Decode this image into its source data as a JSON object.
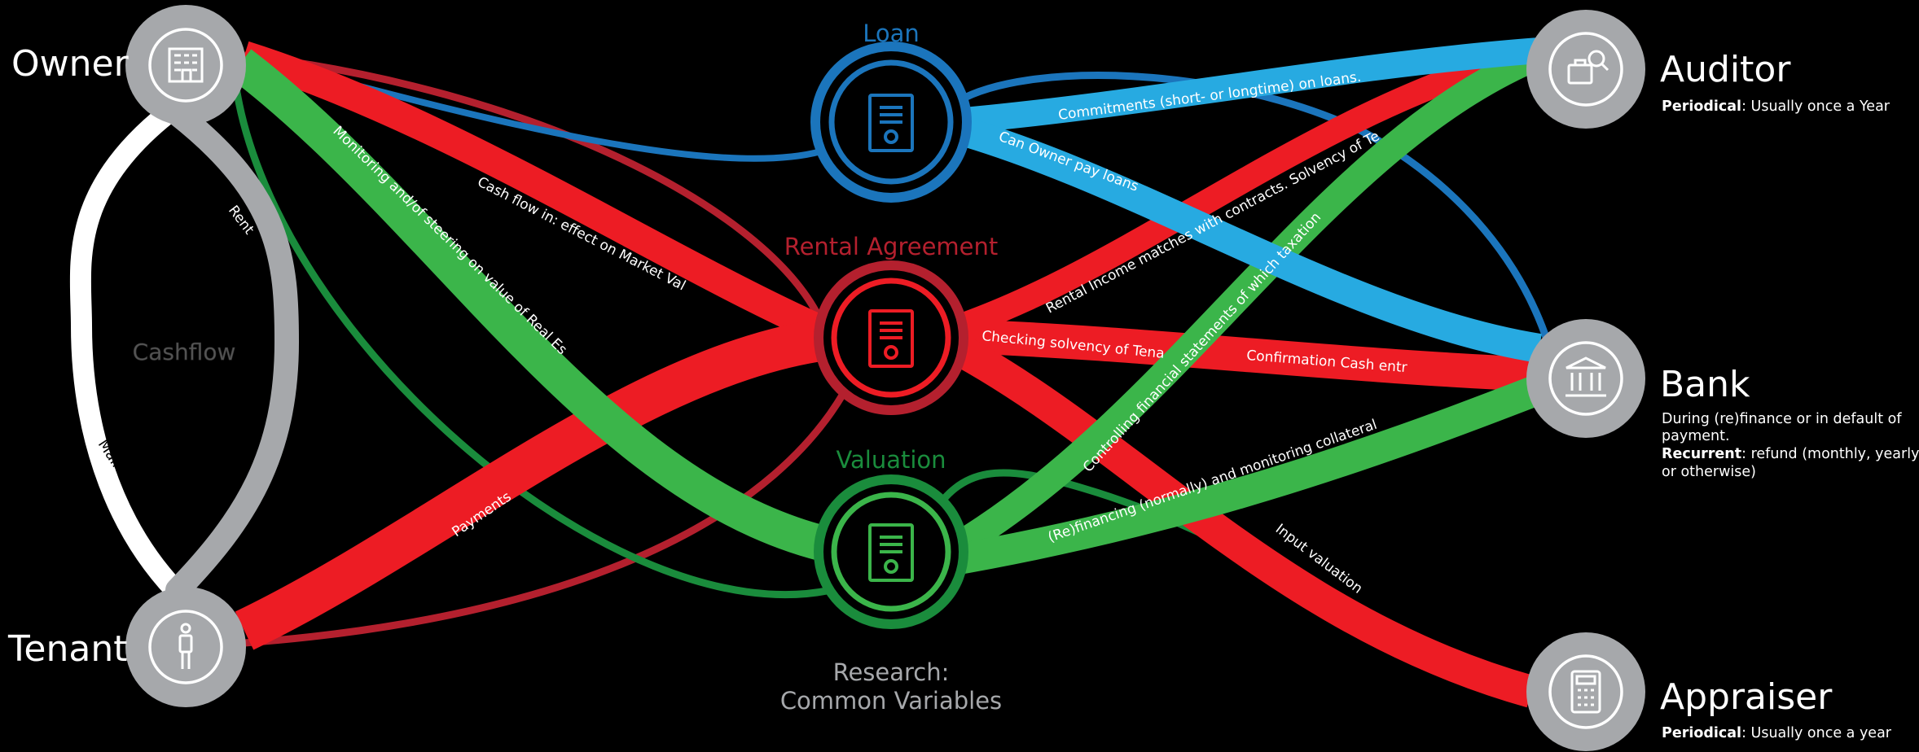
{
  "colors": {
    "red": "#ed1c24",
    "dark_red": "#b4202e",
    "green": "#3bb54a",
    "dark_green": "#1a8c3c",
    "blue": "#1b75bc",
    "light_blue": "#27aae1",
    "gray": "#a6a8ab",
    "white": "#ffffff"
  },
  "nodes": {
    "owner": {
      "label": "Owner",
      "icon": "building-icon"
    },
    "tenant": {
      "label": "Tenant",
      "icon": "person-icon"
    },
    "auditor": {
      "label": "Auditor",
      "icon": "briefcase-search-icon",
      "note_bold": "Periodical",
      "note_text": ": Usually once a Year"
    },
    "bank": {
      "label": "Bank",
      "icon": "bank-icon",
      "note_line1": "During (re)finance or in default of",
      "note_line2": "payment.",
      "note_bold": "Recurrent",
      "note_line3": ": refund (monthly, yearly",
      "note_line4": "or otherwise)"
    },
    "appraiser": {
      "label": "Appraiser",
      "icon": "calculator-icon",
      "note_bold": "Periodical",
      "note_text": ": Usually once a year"
    }
  },
  "hubs": {
    "loan": {
      "title": "Loan",
      "icon": "document-icon"
    },
    "rental": {
      "title": "Rental Agreement",
      "icon": "document-icon"
    },
    "valuation": {
      "title": "Valuation",
      "icon": "document-icon"
    }
  },
  "loop": {
    "center": "Cashflow",
    "rent": "Rent",
    "maintenance": "Maintenance"
  },
  "bands": {
    "commitments": "Commitments (short- or longtime) on loans.",
    "can_owner_pay": "Can Owner pay loans?",
    "monitoring": "Monitoring and/of steering on value of Real Estate.",
    "cash_flow": "Cash flow in: effect on Market Value",
    "rental_income": "Rental Income matches with contracts. Solvency of Tenant.",
    "checking_solvency": "Checking solvency of Tenant.",
    "confirmation": "Confirmation Cash entry.",
    "controlling": "Controlling financial statements of which taxation is input.",
    "refinancing": "(Re)financing (normally) and monitoring collateral value.",
    "input_valuation": "Input valuation",
    "payments": "Payments"
  },
  "research": {
    "line1": "Research:",
    "line2": "Common Variables"
  }
}
